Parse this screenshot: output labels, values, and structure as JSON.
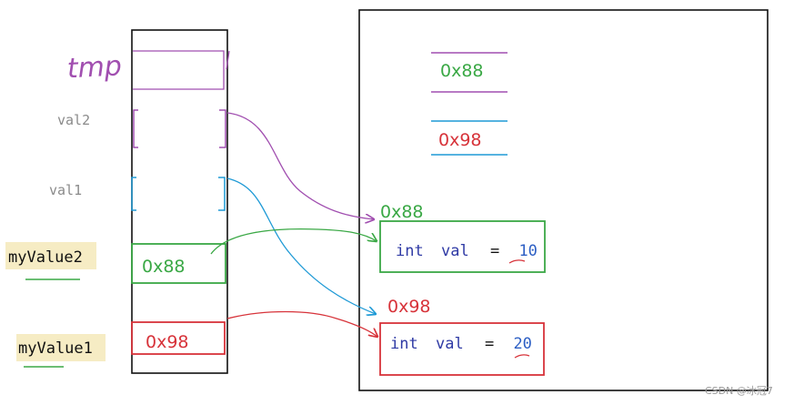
{
  "colors": {
    "black": "#111111",
    "purple": "#a14fb0",
    "green": "#3aa845",
    "red": "#d7333a",
    "blue": "#1f9ad6",
    "keyword": "#2f3aa5",
    "number": "#2d5fc4",
    "gray": "#8a8a8a",
    "highlight": "#f6ecc4"
  },
  "stack": {
    "tmp_label": "tmp",
    "val2_label": "val2",
    "val1_label": "val1",
    "myValue2_label": "myValue2",
    "myValue1_label": "myValue1",
    "myValue2_value": "0x88",
    "myValue1_value": "0x98"
  },
  "heap": {
    "tmp_value": "0x88",
    "slot_value": "0x98",
    "object_a_address": "0x88",
    "object_a_code": {
      "keyword": "int",
      "name": "val",
      "op": "=",
      "value": "10"
    },
    "object_b_address": "0x98",
    "object_b_code": {
      "keyword": "int",
      "name": "val",
      "op": "=",
      "value": "20"
    }
  },
  "watermark": "CSDN @冰冠7"
}
